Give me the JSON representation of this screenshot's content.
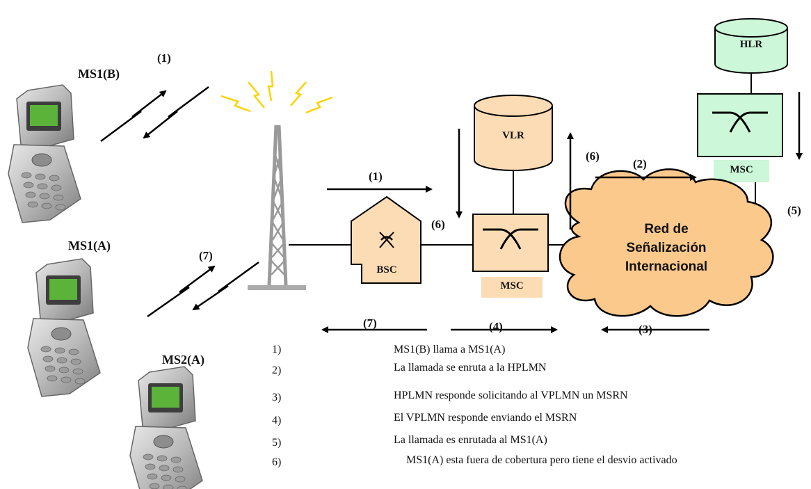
{
  "labels": {
    "ms1b": "MS1(B)",
    "ms1a": "MS1(A)",
    "ms2a": "MS2(A)",
    "bsc": "BSC",
    "vlr": "VLR",
    "msc_visited": "MSC",
    "msc_home": "MSC",
    "hlr": "HLR",
    "cloud": [
      "Red de",
      "Señalización",
      "Internacional"
    ]
  },
  "step_markers": {
    "radio_1": "(1)",
    "radio_7": "(7)",
    "bts_to_msc_1": "(1)",
    "vlr_down_6": "(6)",
    "vlr_up_6": "(6)",
    "to_home_2": "(2)",
    "hlr_down_5": "(5)",
    "bottom_7": "(7)",
    "bottom_4": "(4)",
    "bottom_3": "(3)"
  },
  "legend": [
    {
      "num": "1)",
      "text": "MS1(B) llama a  MS1(A)"
    },
    {
      "num": "2)",
      "text": "La llamada se enruta a la HPLMN"
    },
    {
      "num": "3)",
      "text": "HPLMN responde solicitando al VPLMN un MSRN"
    },
    {
      "num": "4)",
      "text": "El VPLMN responde enviando el MSRN"
    },
    {
      "num": "5)",
      "text": "La llamada es enrutada al MS1(A)"
    },
    {
      "num": "6)",
      "text": "MS1(A) esta fuera de cobertura pero tiene el desvio activado"
    }
  ],
  "colors": {
    "visited_fill": "#fcdcb4",
    "home_fill": "#ccf7d8",
    "cloud_fill": "#fcc98c",
    "signal": "#ffd200"
  }
}
